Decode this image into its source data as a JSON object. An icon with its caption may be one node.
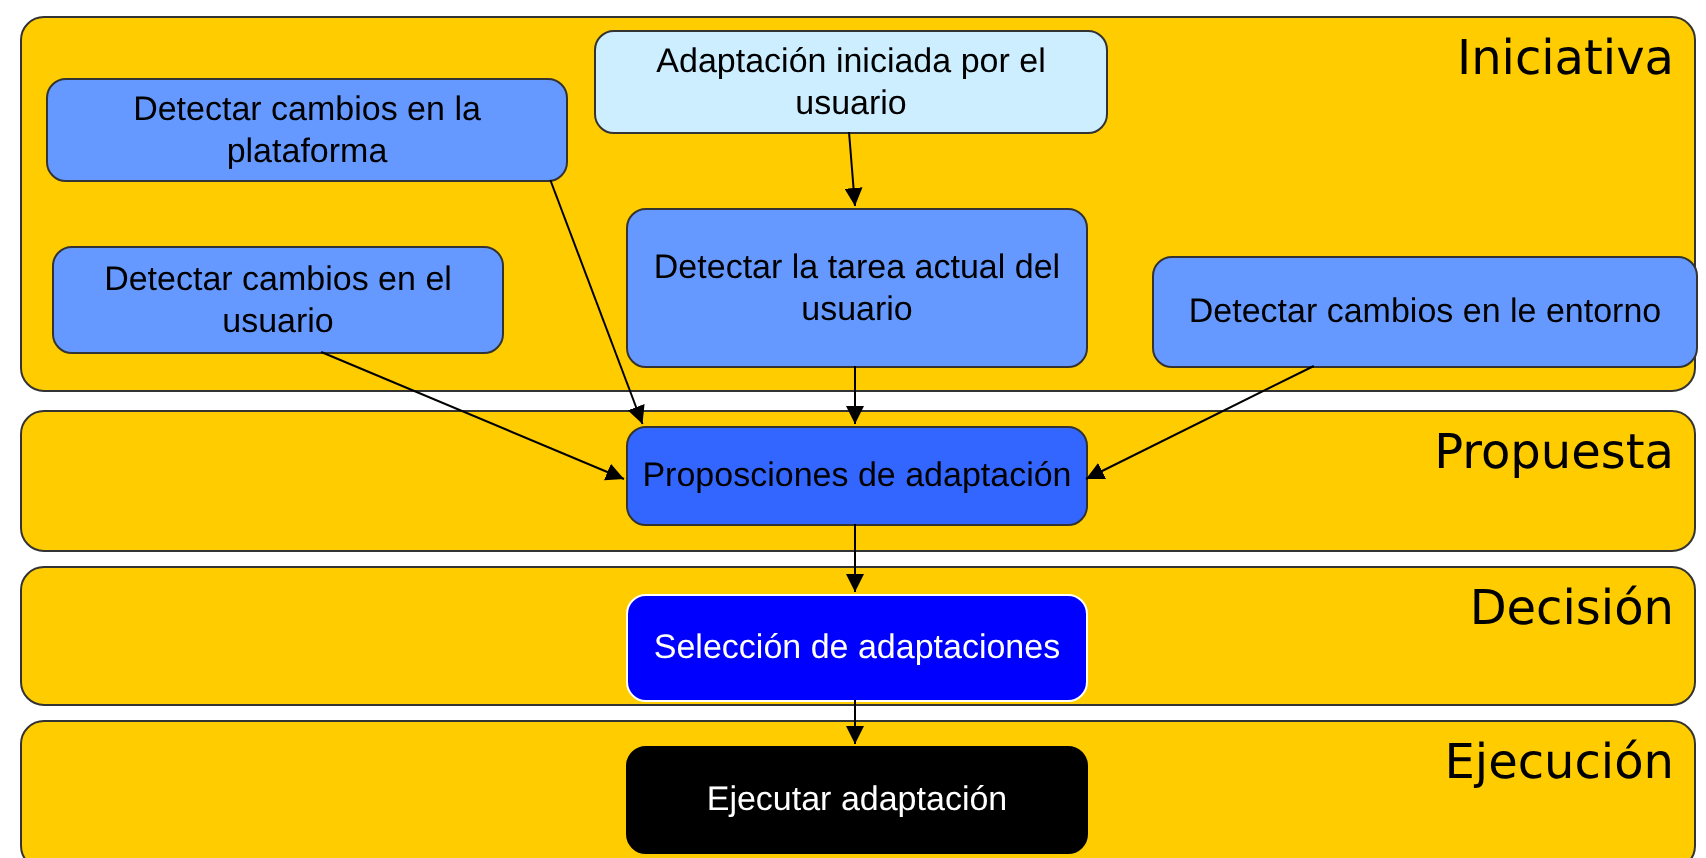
{
  "diagram": {
    "nodes": [
      {
        "text": [
          "Iniciativa"
        ]
      },
      {
        "text": [
          "Adaptación iniciada por el usuario"
        ],
        "in": 0
      },
      {
        "text": [
          "Detectar cambios en la plataforma"
        ],
        "in": 0
      },
      {
        "text": [
          "Detectar la tarea actual del usuario"
        ],
        "in": 0
      },
      {
        "text": [
          "Detectar cambios en el usuario"
        ],
        "in": 0
      },
      {
        "text": [
          "Detectar cambios en le entorno"
        ],
        "in": 0
      },
      {
        "text": [
          "Propuesta"
        ]
      },
      {
        "text": [
          "Proposciones de adaptación"
        ],
        "in": 6
      },
      {
        "text": [
          "Decisión"
        ]
      },
      {
        "text": [
          "Selección de adaptaciones"
        ],
        "in": 8
      },
      {
        "text": [
          "Ejecución"
        ]
      },
      {
        "text": [
          "Ejecutar adaptación"
        ],
        "in": 10
      }
    ],
    "edges": [
      {
        "from": 1,
        "to": 3,
        "arrow": "to"
      },
      {
        "from": 2,
        "to": 7,
        "arrow": "to"
      },
      {
        "from": 4,
        "to": 7,
        "arrow": "to"
      },
      {
        "from": 3,
        "to": 7,
        "arrow": "to"
      },
      {
        "from": 5,
        "to": 7,
        "arrow": "to"
      },
      {
        "from": 7,
        "to": 9,
        "arrow": "to"
      },
      {
        "from": 9,
        "to": 11,
        "arrow": "to"
      }
    ]
  }
}
